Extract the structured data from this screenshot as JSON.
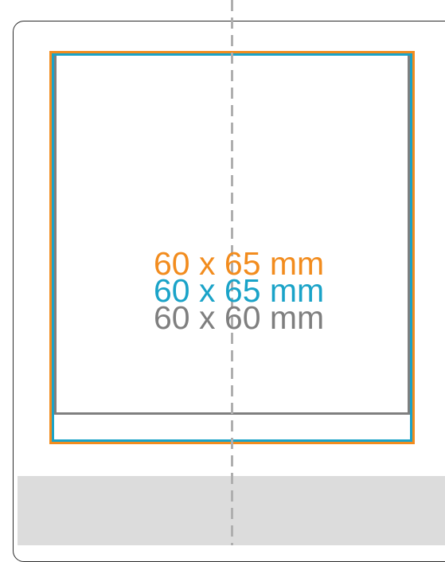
{
  "colors": {
    "orange": "#F28C1E",
    "blue": "#1AA3C8",
    "gray": "#7F7F7F",
    "center_line": "#AFAFAF",
    "bottom_band": "#DCDCDC"
  },
  "labels": {
    "orange": "60 x 65 mm",
    "blue": "60 x 65 mm",
    "gray": "60 x 60 mm"
  }
}
